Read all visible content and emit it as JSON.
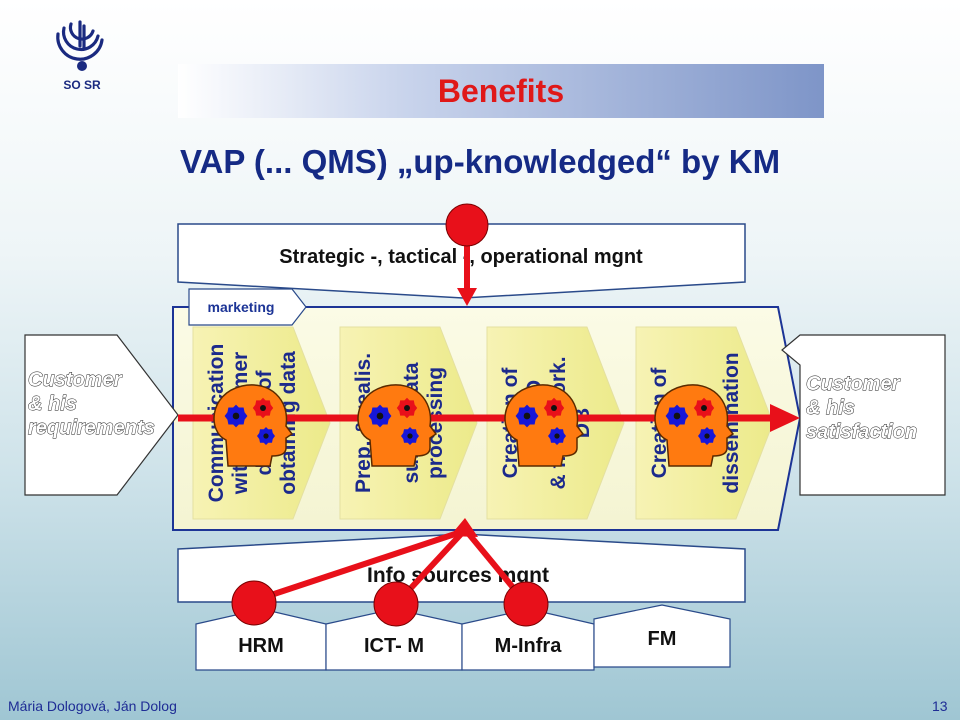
{
  "org": {
    "short_name": "SO SR"
  },
  "slide": {
    "title": "Benefits",
    "subtitle": "VAP (... QMS) „up-knowledged“ by KM"
  },
  "top_box": {
    "label": "Strategic -, tactical -, operational mgnt"
  },
  "marketing_tab": {
    "label": "marketing"
  },
  "process_chevrons": [
    {
      "lines": [
        "Communication",
        "with customer",
        "delivery of",
        "obtaining data"
      ]
    },
    {
      "lines": [
        "Prep. & realis.",
        "of",
        "survey, data",
        "processing"
      ]
    },
    {
      "lines": [
        "Creation of",
        "PDB, BD",
        "& framework.",
        "DB"
      ]
    },
    {
      "lines": [
        "Creation of",
        "P",
        "&",
        "dissemination"
      ]
    }
  ],
  "customer_left": {
    "lines": [
      "Customer",
      "& his",
      "requirements"
    ]
  },
  "customer_right": {
    "lines": [
      "Customer",
      "& his",
      "satisfaction"
    ]
  },
  "info_box": {
    "label": "Info sources mgnt"
  },
  "support_tabs": [
    "HRM",
    "ICT- M",
    "M-Infra",
    "FM"
  ],
  "footer": {
    "authors": "Mária Dologová, Ján Dolog",
    "page_number": "13"
  },
  "colors": {
    "title_red": "#e01818",
    "subtitle_blue": "#152a85",
    "arrow_red": "#e8101a",
    "head_orange": "#ff7a10",
    "gear_red": "#e8101a",
    "gear_blue": "#1717d8",
    "chevron_fill": "#f6f2a8",
    "frame_blue": "#1c3496"
  },
  "icons": [
    "so-sr-logo-icon",
    "head-gears-icon",
    "red-dot-icon",
    "gear-icon"
  ]
}
